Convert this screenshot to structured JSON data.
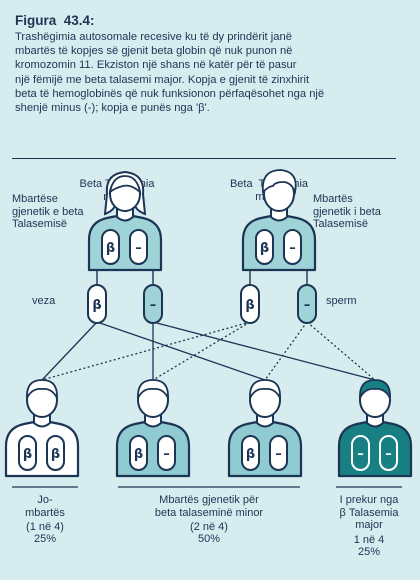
{
  "figure": {
    "title": "Figura  43.4:",
    "caption": "Trashëgimia autosomale recesive ku të dy prindërit janë\nmbartës të kopjes së gjenit beta globin që nuk punon në\nkromozomin 11. Ekziston një shans në katër për të pasur\nnjë fëmijë me beta talasemi major. Kopja e gjenit të zinxhirit\nbeta të hemoglobinës që nuk funksionon përfaqësohet nga një\nshenjë minus (-); kopja e punës nga 'β'."
  },
  "parents": {
    "mother": {
      "type": "Beta Talasemia\nminor",
      "role": "Mbartëse\ngjenetik e beta\nTalasemisë",
      "genes": [
        "β",
        "–"
      ]
    },
    "father": {
      "type": "Beta  Talasemia\nminor",
      "role": "Mbartës\ngjenetik i beta\nTalasemisë",
      "genes": [
        "β",
        "–"
      ]
    }
  },
  "gametes": {
    "egg_label": "veza",
    "sperm_label": "sperm",
    "egg": [
      "β",
      "–"
    ],
    "sperm": [
      "β",
      "–"
    ]
  },
  "children": [
    {
      "genes": [
        "β",
        "β"
      ],
      "label": "Jo-\nmbartës",
      "ratio": "(1 në 4)",
      "percent": "25%"
    },
    {
      "genes": [
        "β",
        "–"
      ],
      "label": "Mbartës gjenetik për\nbeta talaseminë minor",
      "ratio": "(2 në 4)",
      "percent": "50%"
    },
    {
      "genes": [
        "β",
        "–"
      ]
    },
    {
      "genes": [
        "–",
        "–"
      ],
      "label": "I prekur nga\nβ Talasemia\nmajor",
      "ratio": "1 në 4",
      "percent": "25%"
    }
  ],
  "colors": {
    "background": "#d6ecef",
    "navy": "#1c3554",
    "light_fill": "#9fd3d8",
    "carrier_fill": "#8fcbd1",
    "affected_fill": "#187f83",
    "white": "#ffffff"
  }
}
